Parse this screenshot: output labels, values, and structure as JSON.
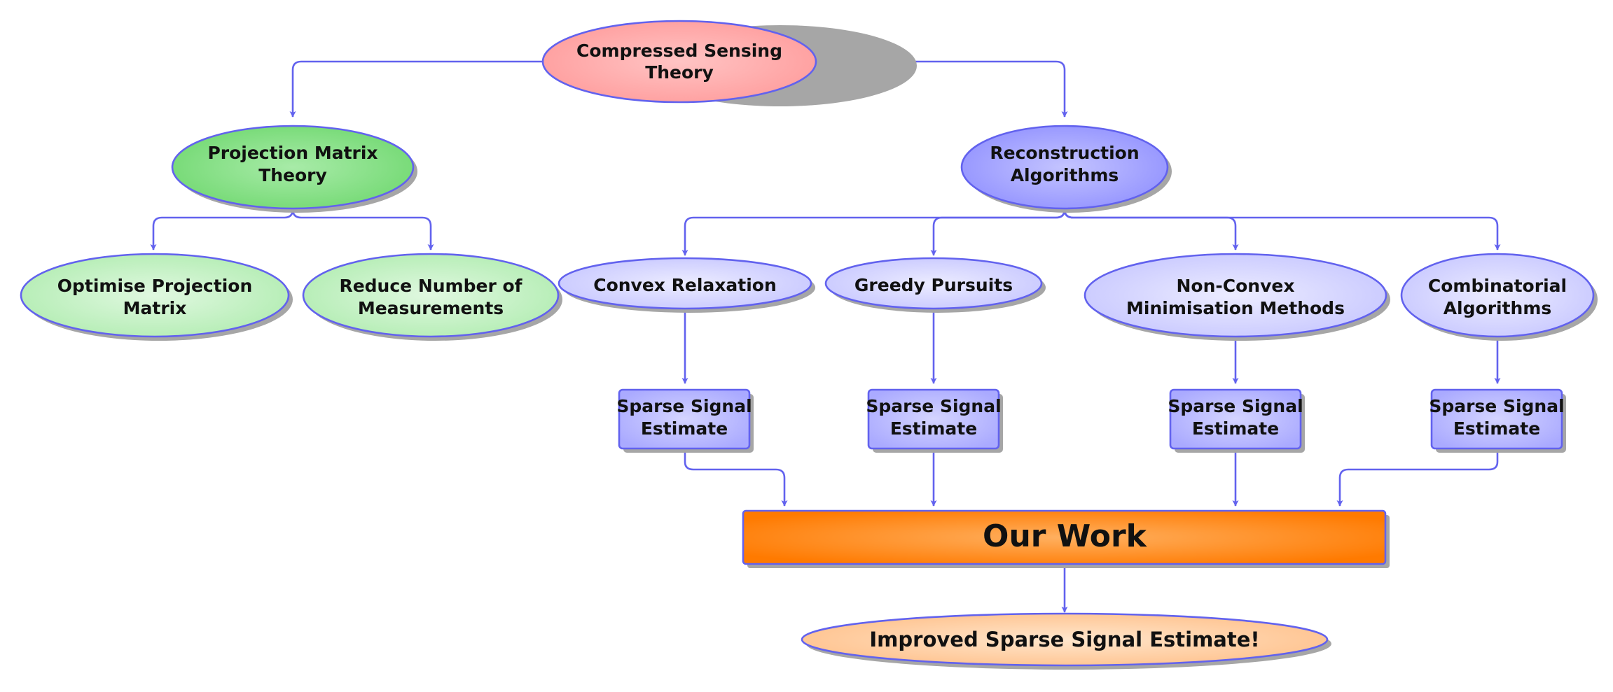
{
  "nodes": {
    "root": {
      "lines": [
        "Compressed Sensing",
        "Theory"
      ],
      "fill": "#ff9b9b"
    },
    "projection": {
      "lines": [
        "Projection Matrix",
        "Theory"
      ],
      "fill": "#7fdd7f"
    },
    "reconstruction": {
      "lines": [
        "Reconstruction",
        "Algorithms"
      ],
      "fill": "#9e9eff"
    },
    "optimise": {
      "lines": [
        "Optimise Projection",
        "Matrix"
      ],
      "fill": "#bdf0bd"
    },
    "reduce": {
      "lines": [
        "Reduce Number of",
        "Measurements"
      ],
      "fill": "#bdf0bd"
    },
    "convex": {
      "lines": [
        "Convex Relaxation"
      ],
      "fill": "#d0d0ff"
    },
    "greedy": {
      "lines": [
        "Greedy Pursuits"
      ],
      "fill": "#d0d0ff"
    },
    "nonconvex": {
      "lines": [
        "Non-Convex",
        "Minimisation Methods"
      ],
      "fill": "#d0d0ff"
    },
    "combinatorial": {
      "lines": [
        "Combinatorial",
        "Algorithms"
      ],
      "fill": "#d0d0ff"
    },
    "estimate1": {
      "lines": [
        "Sparse Signal",
        "Estimate"
      ],
      "fill": "#b4b4ff"
    },
    "estimate2": {
      "lines": [
        "Sparse Signal",
        "Estimate"
      ],
      "fill": "#b4b4ff"
    },
    "estimate3": {
      "lines": [
        "Sparse Signal",
        "Estimate"
      ],
      "fill": "#b4b4ff"
    },
    "estimate4": {
      "lines": [
        "Sparse Signal",
        "Estimate"
      ],
      "fill": "#b4b4ff"
    },
    "our_work": {
      "lines": [
        "Our Work"
      ],
      "fill": "#ff8000"
    },
    "improved": {
      "lines": [
        "Improved Sparse Signal Estimate!"
      ],
      "fill": "#ffc896"
    }
  },
  "colors": {
    "edge": "#6262ee",
    "border": "#6262ee",
    "shadow": "#a6a6a6",
    "text": "#111111"
  }
}
